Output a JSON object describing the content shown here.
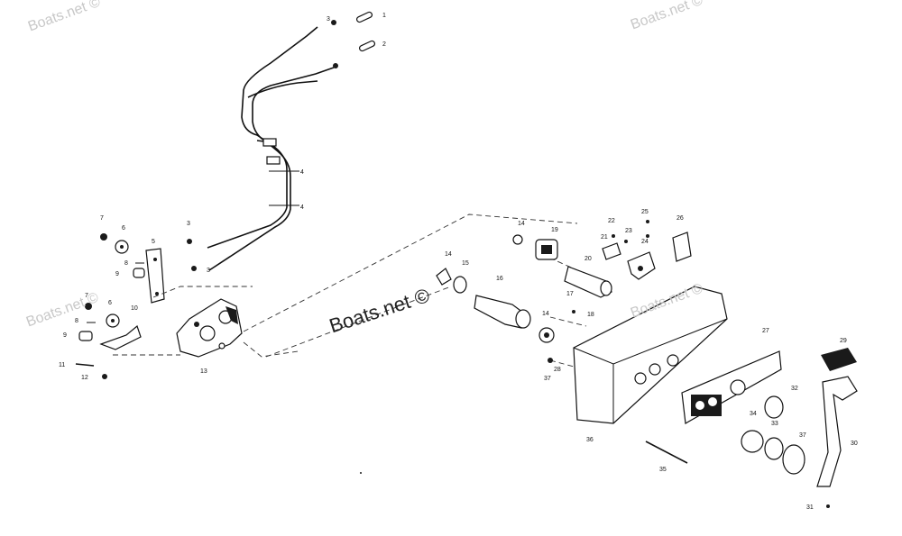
{
  "watermarks": {
    "tl": "Boats.net ©",
    "tr": "Boats.net ©",
    "ml": "Boats.net ©",
    "center": "Boats.net ©",
    "mr": "Boats.net ©"
  },
  "callouts": {
    "c1": "1",
    "c2": "2",
    "c3a": "3",
    "c4a": "4",
    "c4b": "4",
    "c3b": "3",
    "c3c": "3",
    "c7a": "7",
    "c6a": "6",
    "c5": "5",
    "c8a": "8",
    "c9a": "9",
    "c7b": "7",
    "c8b": "8",
    "c6b": "6",
    "c10": "10",
    "c9b": "9",
    "c11": "11",
    "c12": "12",
    "c13": "13",
    "c14a": "14",
    "c19": "19",
    "c22": "22",
    "c25": "25",
    "c26": "26",
    "c21": "21",
    "c23": "23",
    "c24": "24",
    "c20": "20",
    "c14b": "14",
    "c15": "15",
    "c16": "16",
    "c17": "17",
    "c14c": "14",
    "c18": "18",
    "c28": "28",
    "c37a": "37",
    "c27": "27",
    "c29": "29",
    "c36": "36",
    "c35": "35",
    "c34": "34",
    "c33": "33",
    "c32": "32",
    "c37b": "37",
    "c30": "30",
    "c31": "31"
  }
}
